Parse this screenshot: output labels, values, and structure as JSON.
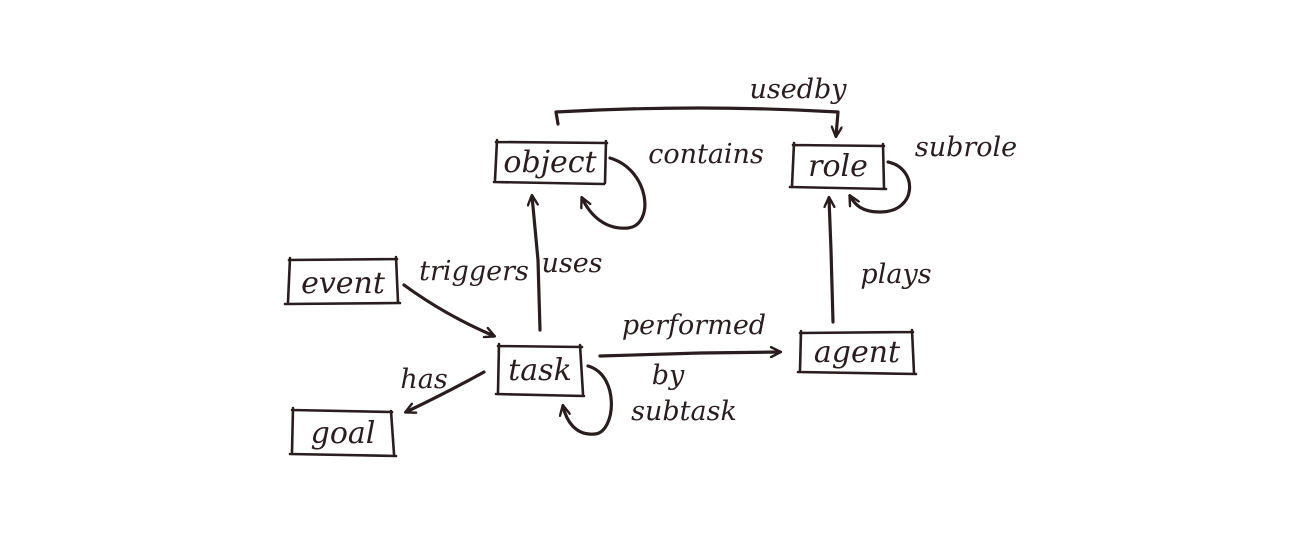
{
  "diagram": {
    "ink_color": "#2a1d1f",
    "background": "#ffffff",
    "nodes": {
      "object": "object",
      "role": "role",
      "event": "event",
      "task": "task",
      "agent": "agent",
      "goal": "goal"
    },
    "edges": {
      "used_by": "usedby",
      "contains": "contains",
      "subrole": "subrole",
      "triggers": "triggers",
      "uses": "uses",
      "plays": "plays",
      "performed": "performed",
      "by": "by",
      "has": "has",
      "subtask": "subtask"
    }
  }
}
